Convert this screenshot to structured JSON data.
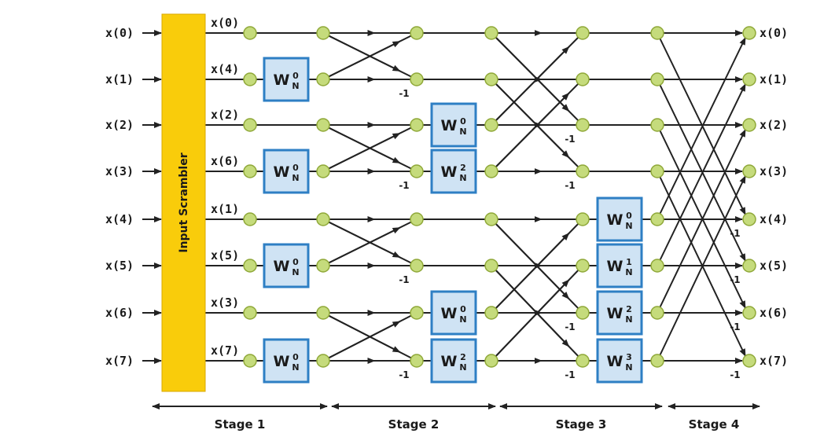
{
  "scrambler_label": "Input Scrambler",
  "inputs": [
    "x(0)",
    "x(1)",
    "x(2)",
    "x(3)",
    "x(4)",
    "x(5)",
    "x(6)",
    "x(7)"
  ],
  "scrambled": [
    "x(0)",
    "x(4)",
    "x(2)",
    "x(6)",
    "x(1)",
    "x(5)",
    "x(3)",
    "x(7)"
  ],
  "outputs": [
    "x(0)",
    "x(1)",
    "x(2)",
    "x(3)",
    "x(4)",
    "x(5)",
    "x(6)",
    "x(7)"
  ],
  "stages": [
    "Stage 1",
    "Stage 2",
    "Stage 3",
    "Stage 4"
  ],
  "neg_label": "-1",
  "twiddle_base": "W",
  "twiddle_sub": "N",
  "stage1_twiddles": [
    {
      "row": 1,
      "exp": "0"
    },
    {
      "row": 3,
      "exp": "0"
    },
    {
      "row": 5,
      "exp": "0"
    },
    {
      "row": 7,
      "exp": "0"
    }
  ],
  "stage2_twiddles": [
    {
      "row": 2,
      "exp": "0"
    },
    {
      "row": 3,
      "exp": "2"
    },
    {
      "row": 6,
      "exp": "0"
    },
    {
      "row": 7,
      "exp": "2"
    }
  ],
  "stage3_twiddles": [
    {
      "row": 4,
      "exp": "0"
    },
    {
      "row": 5,
      "exp": "1"
    },
    {
      "row": 6,
      "exp": "2"
    },
    {
      "row": 7,
      "exp": "3"
    }
  ],
  "colors": {
    "scrambler": "#f9cc0b",
    "node_fill": "#c5db7c",
    "node_stroke": "#8fa838",
    "box_fill": "#cfe3f4",
    "box_stroke": "#2e7fc4",
    "line": "#222222"
  }
}
